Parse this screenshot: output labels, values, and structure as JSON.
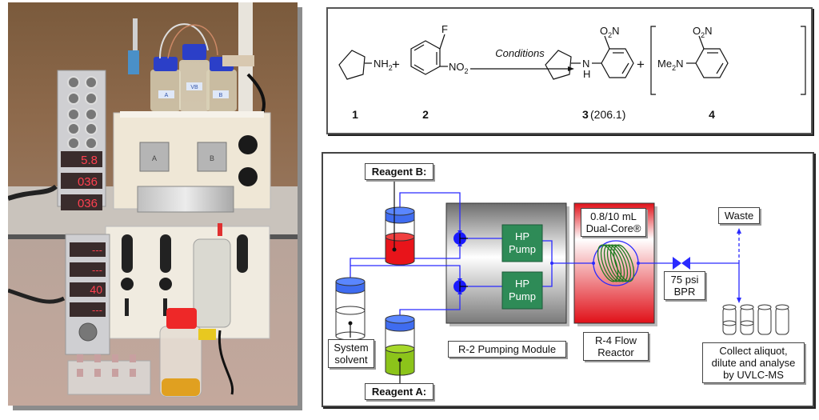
{
  "photo": {
    "description": "Photograph of flow chemistry apparatus (R-2 pumping module and R-4 flow reactor)",
    "displays": [
      "5.8",
      "036",
      "036",
      "---",
      "---",
      "40",
      "---"
    ],
    "bottle_labels": [
      "A",
      "VB",
      "B"
    ]
  },
  "scheme": {
    "compounds": [
      {
        "id": "1",
        "label": "1",
        "formula_text": "NH2"
      },
      {
        "id": "2",
        "label": "2",
        "substituents": [
          "F",
          "NO2"
        ]
      },
      {
        "id": "3",
        "label": "3",
        "mass": "(206.1)",
        "substituents": [
          "O2N",
          "N",
          "H"
        ]
      },
      {
        "id": "4",
        "label": "4",
        "substituents": [
          "O2N",
          "Me2N"
        ]
      }
    ],
    "arrow_label": "Conditions",
    "plus": "+"
  },
  "flow": {
    "reagent_b": "Reagent B:",
    "reagent_a": "Reagent A:",
    "system_solvent": [
      "System",
      "solvent"
    ],
    "pump_label": [
      "HP",
      "Pump"
    ],
    "pumping_module": "R-2 Pumping Module",
    "reactor_volume": [
      "0.8/10 mL",
      "Dual-Core®"
    ],
    "reactor": [
      "R-4 Flow",
      "Reactor"
    ],
    "bpr": [
      "75 psi",
      "BPR"
    ],
    "waste": "Waste",
    "collect": [
      "Collect aliquot,",
      "dilute and analyse",
      "by UVLC-MS"
    ],
    "colors": {
      "line": "#2a2aff",
      "reagent_b_liquid": "#e8141a",
      "reagent_a_liquid": "#8cc41a",
      "cap": "#3f6cf0",
      "pump": "#2e8b57",
      "reactor": "#e01018"
    }
  }
}
